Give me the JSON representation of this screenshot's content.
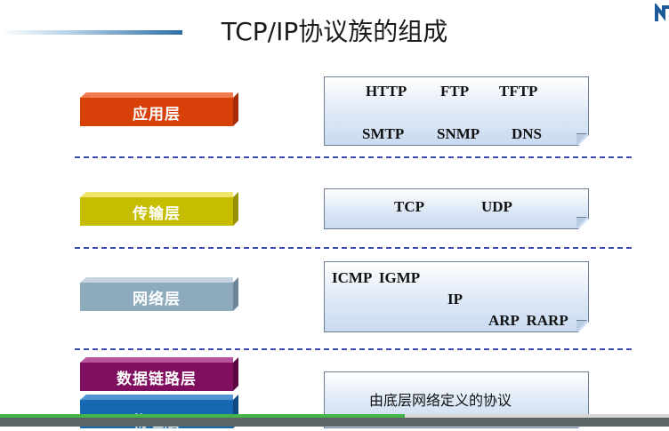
{
  "title": "TCP/IP协议族的组成",
  "layers": [
    {
      "label": "应用层",
      "color": "#d8400a"
    },
    {
      "label": "传输层",
      "color": "#c7bd00"
    },
    {
      "label": "网络层",
      "color": "#8eaabd"
    },
    {
      "label": "数据链路层",
      "color": "#800f60"
    },
    {
      "label": "物理层",
      "color": "#1668b0"
    }
  ],
  "protocols": {
    "application": [
      "HTTP",
      "FTP",
      "TFTP",
      "SMTP",
      "SNMP",
      "DNS"
    ],
    "transport": [
      "TCP",
      "UDP"
    ],
    "network": [
      "ICMP  IGMP",
      "IP",
      "ARP  RARP"
    ],
    "link_physical": "由底层网络定义的协议"
  },
  "colors": {
    "divider": "#3b4aa8",
    "box_fill": "#dde8f6",
    "progress_green": "#44b549"
  }
}
